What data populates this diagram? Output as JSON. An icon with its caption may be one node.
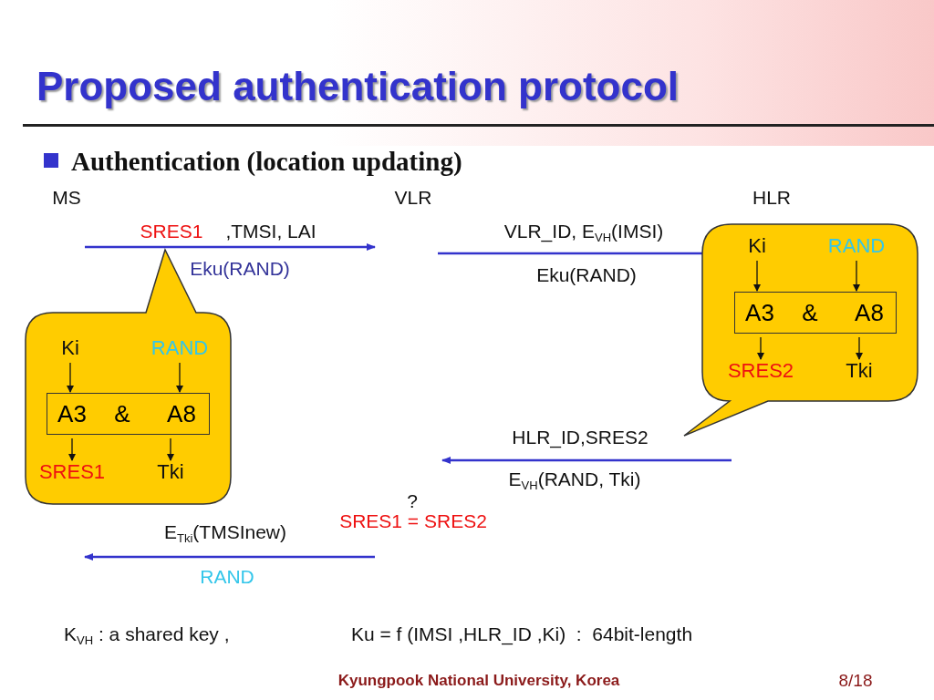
{
  "diagram": {
    "title": "Proposed authentication protocol",
    "nodes": [
      {
        "text": [],
        "shape": "callout"
      },
      {
        "text": [
          "Ki"
        ],
        "in": 0
      },
      {
        "text": [
          "RAND"
        ],
        "in": 0
      },
      {
        "text": [
          "A3",
          "&",
          "A8"
        ],
        "in": 0
      },
      {
        "text": [
          "SRES1"
        ],
        "in": 0
      },
      {
        "text": [
          "Tki"
        ],
        "in": 0
      },
      {
        "text": [],
        "shape": "callout"
      },
      {
        "text": [
          "Ki"
        ],
        "in": 6
      },
      {
        "text": [
          "RAND"
        ],
        "in": 6
      },
      {
        "text": [
          "A3",
          "&",
          "A8"
        ],
        "in": 6
      },
      {
        "text": [
          "SRES2"
        ],
        "in": 6
      },
      {
        "text": [
          "Tki"
        ],
        "in": 6
      }
    ],
    "edges": [
      {
        "from": 1,
        "to": 3,
        "arrow": "to"
      },
      {
        "from": 2,
        "to": 3,
        "arrow": "to"
      },
      {
        "from": 3,
        "to": 4,
        "arrow": "to"
      },
      {
        "from": 3,
        "to": 5,
        "arrow": "to"
      },
      {
        "from": 7,
        "to": 9,
        "arrow": "to"
      },
      {
        "from": 8,
        "to": 9,
        "arrow": "to"
      },
      {
        "from": 9,
        "to": 10,
        "arrow": "to"
      },
      {
        "from": 9,
        "to": 11,
        "arrow": "to"
      }
    ],
    "labels": [
      "Authentication (location updating)",
      "MS",
      "VLR",
      "HLR",
      "SRES1",
      ",TMSI, LAI",
      "Eku(RAND)",
      "VLR_ID, E$_{VH}$(IMSI)",
      "Eku(RAND)",
      "HLR_ID,SRES2",
      "E$_{VH}$(RAND, Tki)",
      "?",
      "SRES1 = SRES2",
      "E$_{Tki}$(TMSInew)",
      "RAND",
      "K$_{VH}$ : a shared key ,",
      "Ku = f (IMSI ,HLR_ID ,Ki)  :  64bit-length",
      "Kyungpook National University, Korea",
      "8/18"
    ]
  }
}
